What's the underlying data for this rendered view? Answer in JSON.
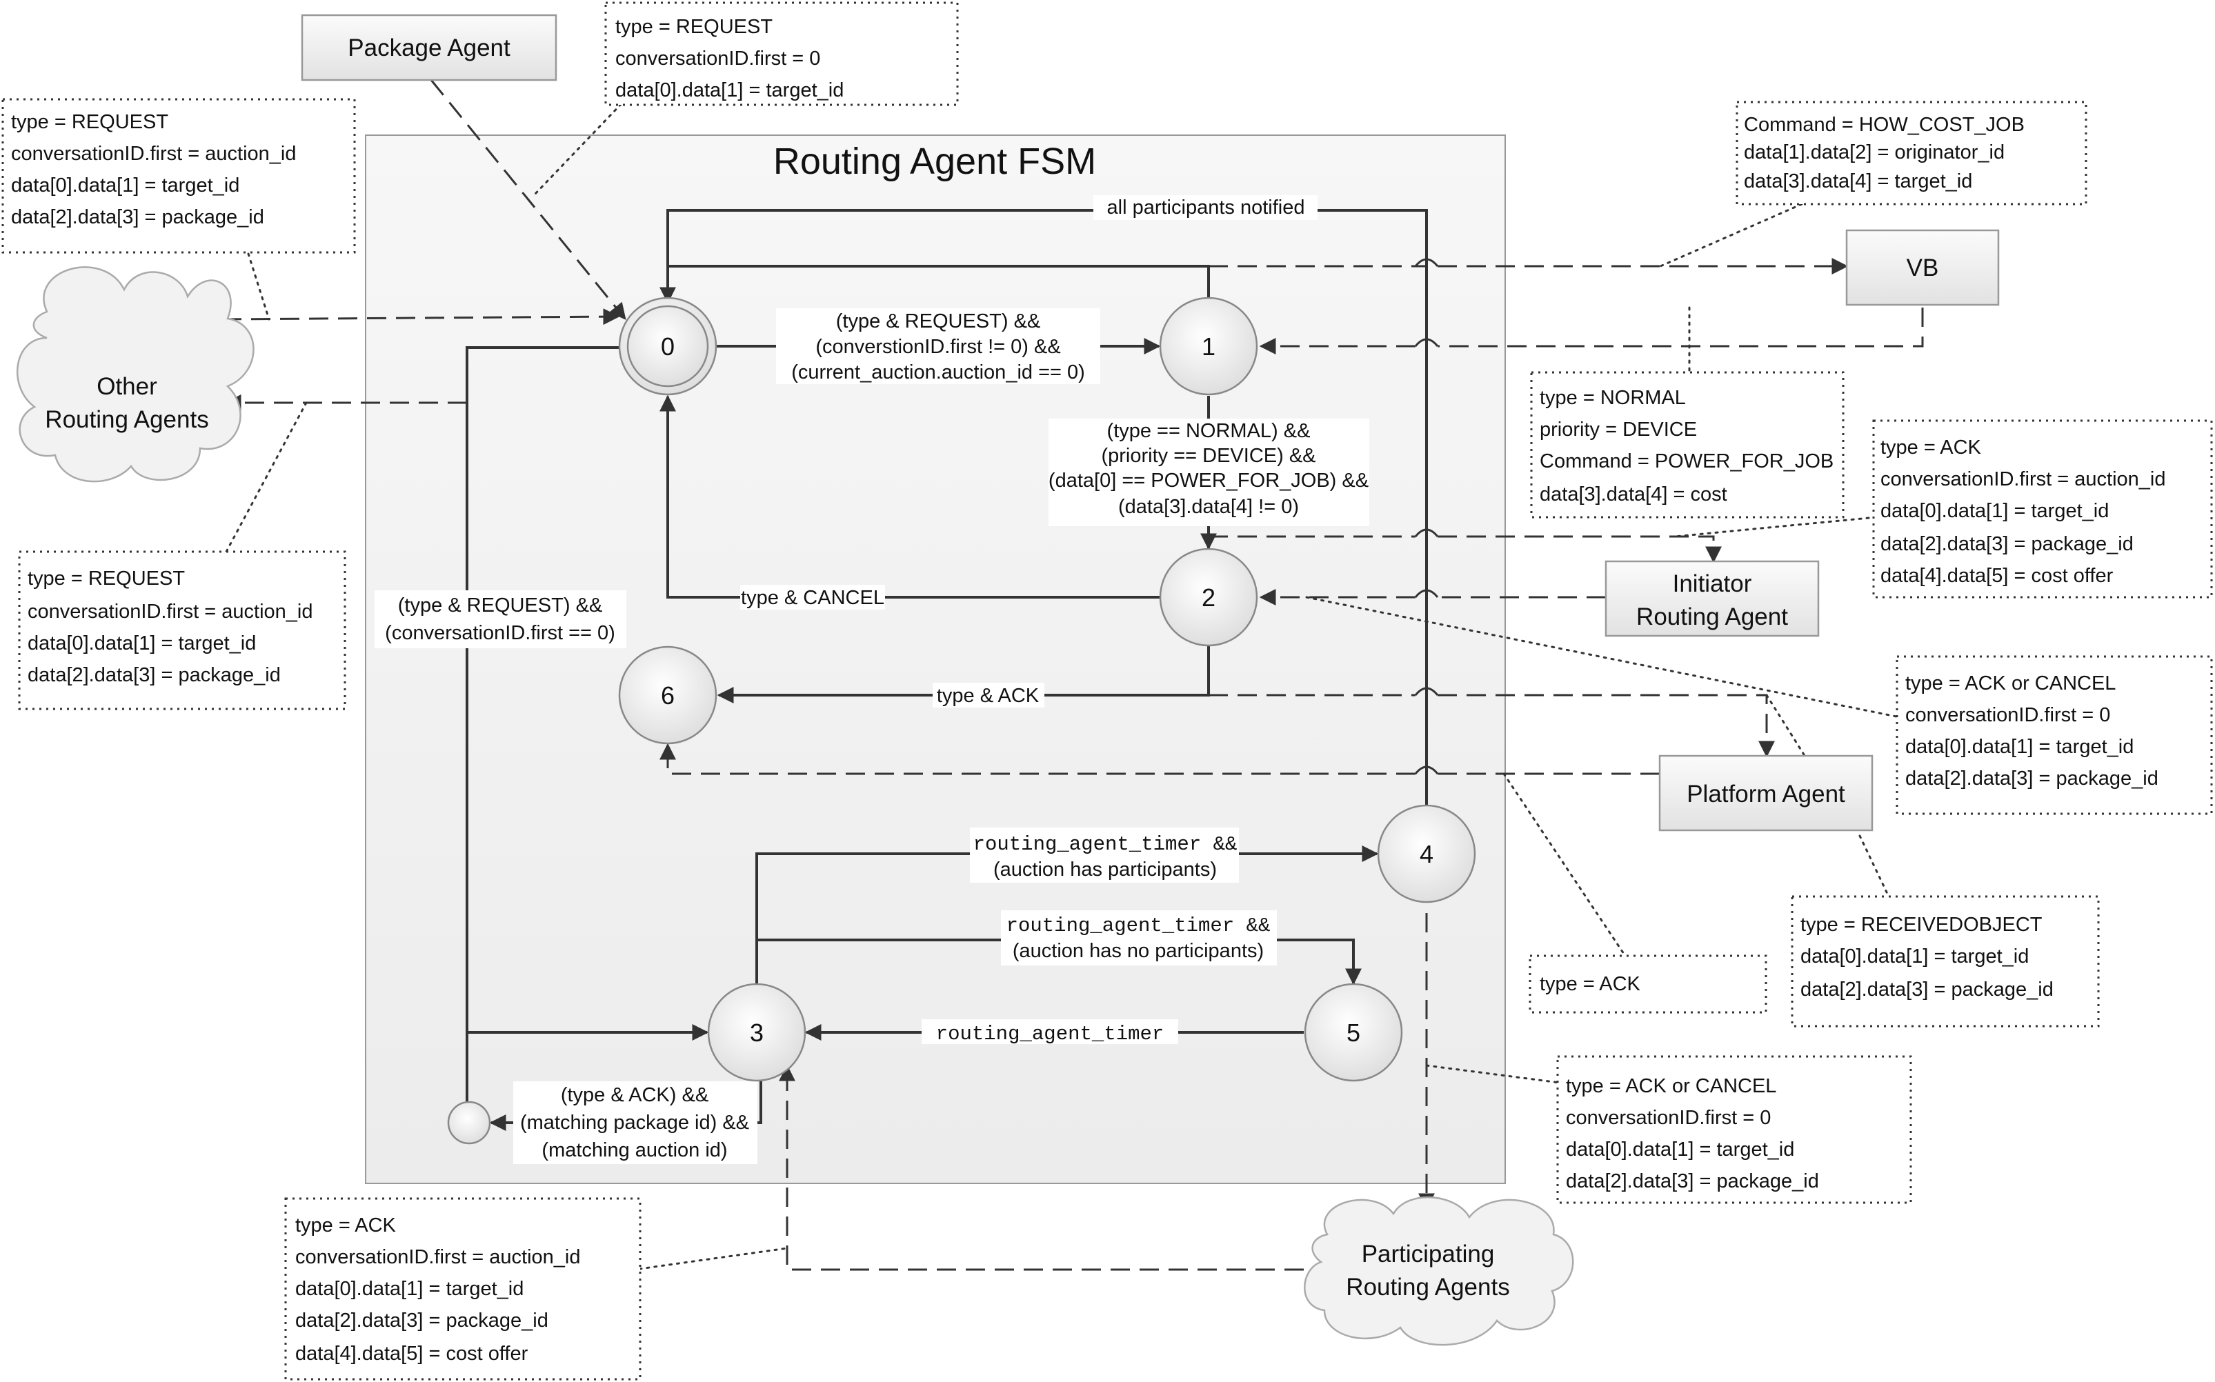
{
  "title": "Routing Agent FSM",
  "states": [
    "0",
    "1",
    "2",
    "3",
    "4",
    "5",
    "6"
  ],
  "agents": {
    "package": "Package Agent",
    "vb": "VB",
    "initiator": [
      "Initiator",
      "Routing Agent"
    ],
    "platform": "Platform Agent",
    "other": [
      "Other",
      "Routing Agents"
    ],
    "participating": [
      "Participating",
      "Routing Agents"
    ]
  },
  "transitions": {
    "all_notified": "all participants notified",
    "t01": [
      "(type & REQUEST) &&",
      "(converstionID.first != 0) &&",
      "(current_auction.auction_id == 0)"
    ],
    "t12": [
      "(type == NORMAL) &&",
      "(priority == DEVICE) &&",
      "(data[0] == POWER_FOR_JOB) &&",
      "(data[3].data[4] != 0)"
    ],
    "cancel": "type & CANCEL",
    "ack": "type & ACK",
    "req_first0": [
      "(type & REQUEST) &&",
      "(conversationID.first == 0)"
    ],
    "t34": [
      "routing_agent_timer &&",
      "(auction has participants)"
    ],
    "t35": [
      "routing_agent_timer &&",
      "(auction has no participants)"
    ],
    "t53": "routing_agent_timer",
    "match": [
      "(type & ACK) &&",
      "(matching package id) &&",
      "(matching auction id)"
    ]
  },
  "notes": {
    "pkg_request": [
      "type = REQUEST",
      "conversationID.first = 0",
      "data[0].data[1] = target_id"
    ],
    "other_request_top": [
      "type = REQUEST",
      "conversationID.first = auction_id",
      "data[0].data[1] = target_id",
      "data[2].data[3] = package_id"
    ],
    "other_request_bottom": [
      "type = REQUEST",
      "conversationID.first = auction_id",
      "data[0].data[1] = target_id",
      "data[2].data[3] = package_id"
    ],
    "vb_command": [
      "Command = HOW_COST_JOB",
      "data[1].data[2] = originator_id",
      "data[3].data[4] = target_id"
    ],
    "vb_normal": [
      "type = NORMAL",
      "priority = DEVICE",
      "Command = POWER_FOR_JOB",
      "data[3].data[4] = cost"
    ],
    "initiator_ack": [
      "type = ACK",
      "conversationID.first = auction_id",
      "data[0].data[1] = target_id",
      "data[2].data[3] = package_id",
      "data[4].data[5] = cost offer"
    ],
    "platform_ack_cancel": [
      "type = ACK or CANCEL",
      "conversationID.first = 0",
      "data[0].data[1] = target_id",
      "data[2].data[3] = package_id"
    ],
    "received_object": [
      "type = RECEIVEDOBJECT",
      "data[0].data[1] = target_id",
      "data[2].data[3] = package_id"
    ],
    "plain_ack": [
      "type = ACK"
    ],
    "participants_ack_cancel": [
      "type = ACK or CANCEL",
      "conversationID.first = 0",
      "data[0].data[1] = target_id",
      "data[2].data[3] = package_id"
    ],
    "participants_ack": [
      "type = ACK",
      "conversationID.first = auction_id",
      "data[0].data[1] = target_id",
      "data[2].data[3] = package_id",
      "data[4].data[5] = cost offer"
    ]
  }
}
